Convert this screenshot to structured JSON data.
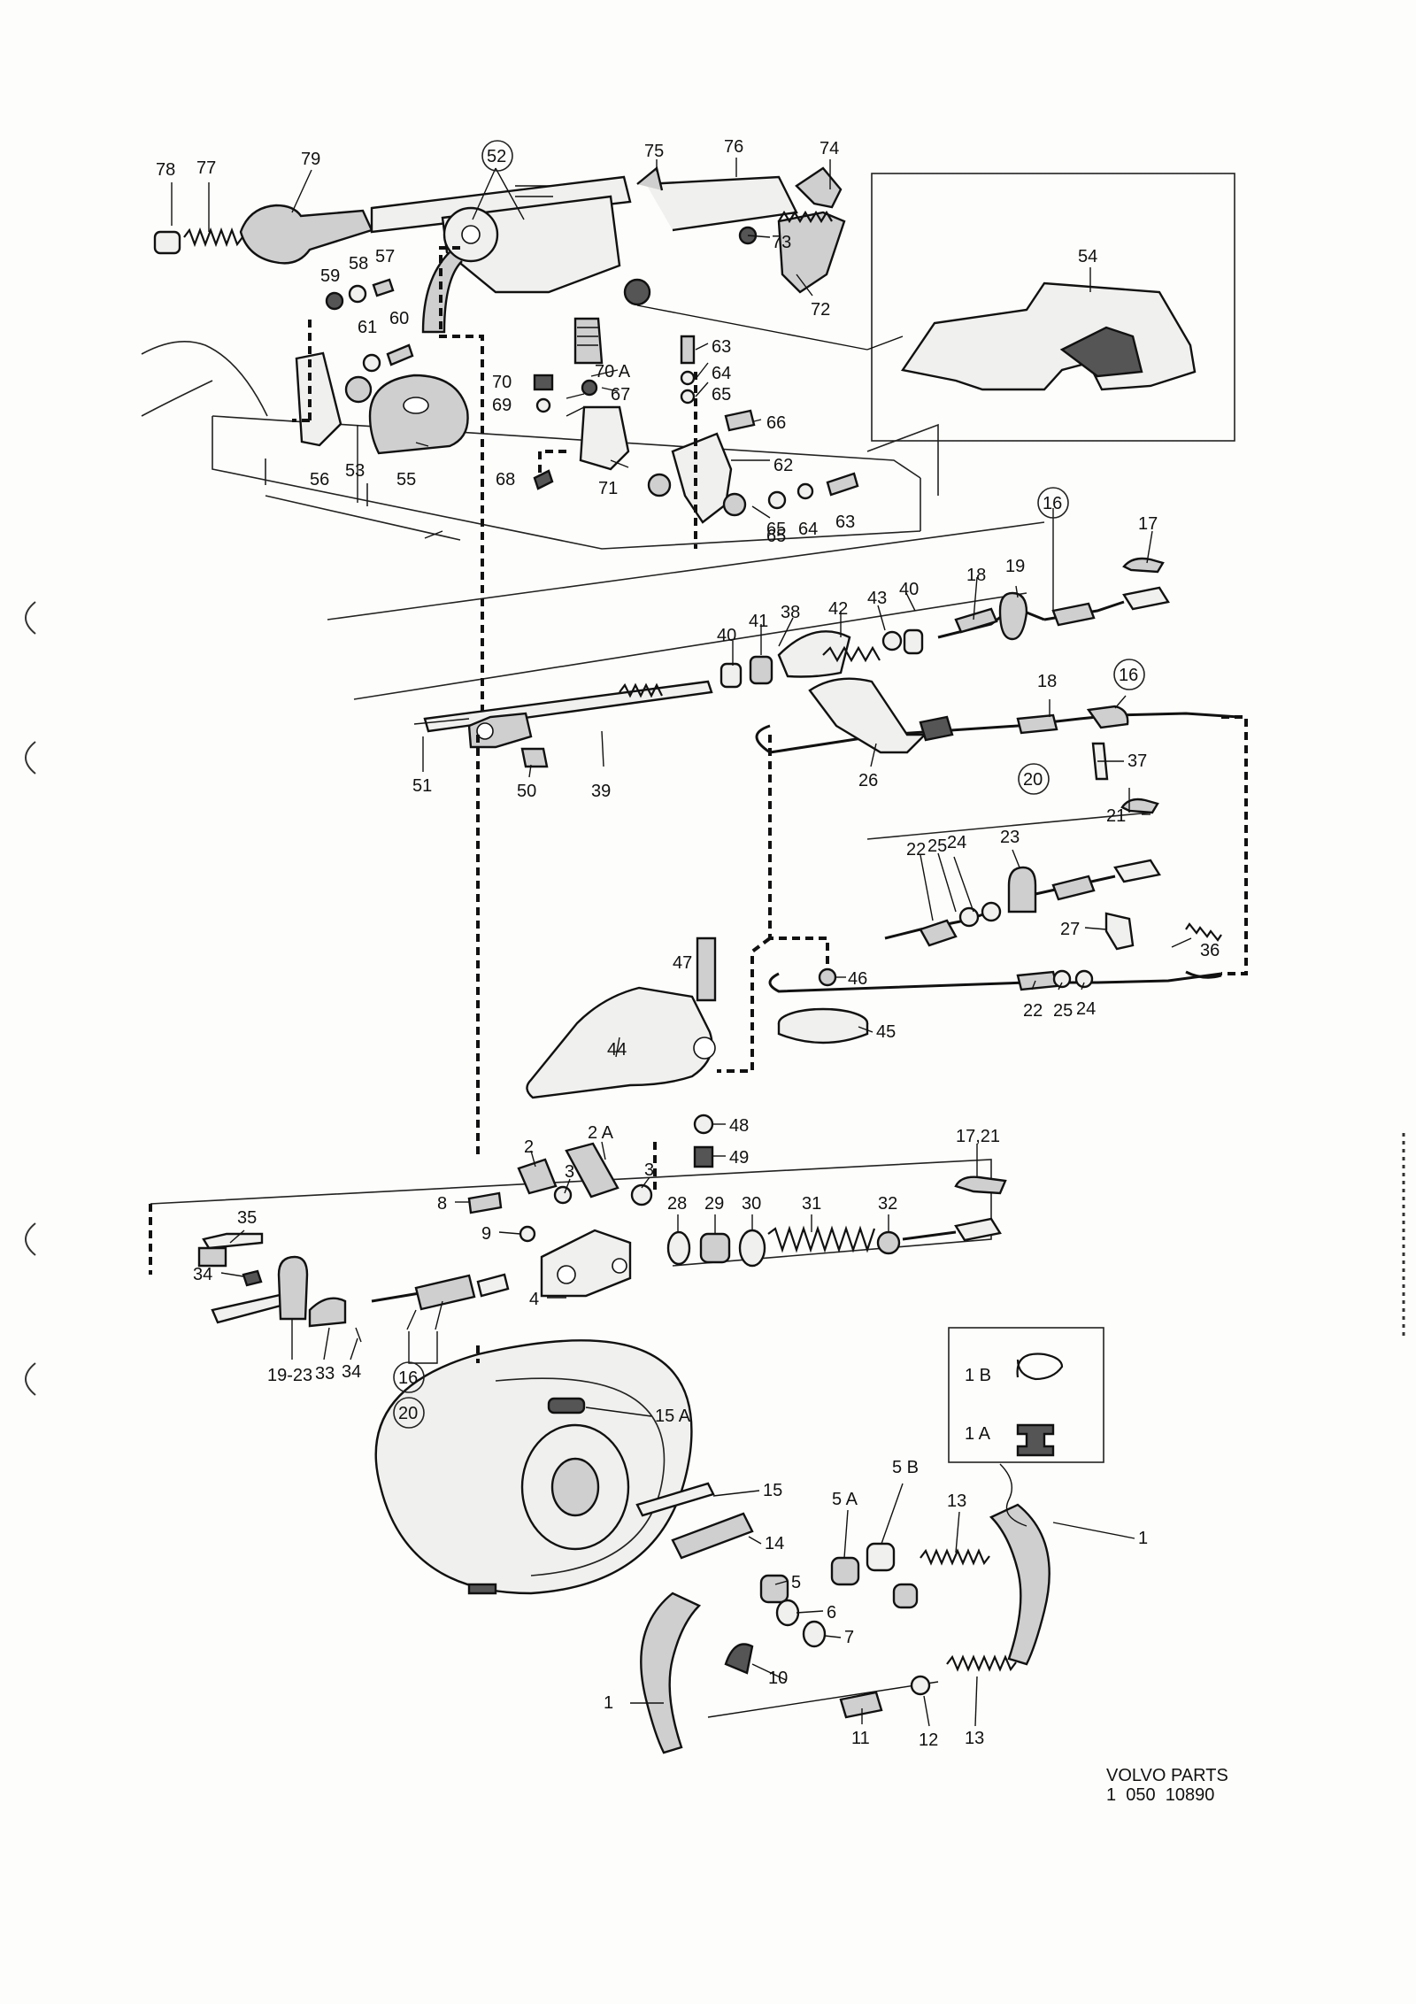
{
  "diagram": {
    "footer": {
      "brand": "VOLVO PARTS",
      "number": "1  050  10890"
    },
    "labels": [
      {
        "id": "l78",
        "text": "78"
      },
      {
        "id": "l77",
        "text": "77"
      },
      {
        "id": "l79",
        "text": "79"
      },
      {
        "id": "l52",
        "text": "52",
        "circled": true
      },
      {
        "id": "l75",
        "text": "75"
      },
      {
        "id": "l76",
        "text": "76"
      },
      {
        "id": "l74",
        "text": "74"
      },
      {
        "id": "l73",
        "text": "73"
      },
      {
        "id": "l72",
        "text": "72"
      },
      {
        "id": "l54",
        "text": "54"
      },
      {
        "id": "l59",
        "text": "59"
      },
      {
        "id": "l58",
        "text": "58"
      },
      {
        "id": "l57",
        "text": "57"
      },
      {
        "id": "l60",
        "text": "60"
      },
      {
        "id": "l61",
        "text": "61"
      },
      {
        "id": "l70",
        "text": "70"
      },
      {
        "id": "l69",
        "text": "69"
      },
      {
        "id": "l70A",
        "text": "70 A"
      },
      {
        "id": "l67",
        "text": "67"
      },
      {
        "id": "l63a",
        "text": "63"
      },
      {
        "id": "l64a",
        "text": "64"
      },
      {
        "id": "l65a",
        "text": "65"
      },
      {
        "id": "l66",
        "text": "66"
      },
      {
        "id": "l62",
        "text": "62"
      },
      {
        "id": "l56",
        "text": "56"
      },
      {
        "id": "l53",
        "text": "53"
      },
      {
        "id": "l55",
        "text": "55"
      },
      {
        "id": "l68",
        "text": "68"
      },
      {
        "id": "l71",
        "text": "71"
      },
      {
        "id": "l65b",
        "text": "65"
      },
      {
        "id": "l64b",
        "text": "64"
      },
      {
        "id": "l63b",
        "text": "63"
      },
      {
        "id": "l65c",
        "text": "65"
      },
      {
        "id": "l16a",
        "text": "16",
        "circled": true
      },
      {
        "id": "l17a",
        "text": "17"
      },
      {
        "id": "l18a",
        "text": "18"
      },
      {
        "id": "l19",
        "text": "19"
      },
      {
        "id": "l40a",
        "text": "40"
      },
      {
        "id": "l43",
        "text": "43"
      },
      {
        "id": "l42",
        "text": "42"
      },
      {
        "id": "l38",
        "text": "38"
      },
      {
        "id": "l41",
        "text": "41"
      },
      {
        "id": "l40b",
        "text": "40"
      },
      {
        "id": "l18b",
        "text": "18"
      },
      {
        "id": "l16b",
        "text": "16",
        "circled": true
      },
      {
        "id": "l51",
        "text": "51"
      },
      {
        "id": "l50",
        "text": "50"
      },
      {
        "id": "l39",
        "text": "39"
      },
      {
        "id": "l26",
        "text": "26"
      },
      {
        "id": "l37",
        "text": "37"
      },
      {
        "id": "l20a",
        "text": "20",
        "circled": true
      },
      {
        "id": "l21a",
        "text": "21"
      },
      {
        "id": "l22a",
        "text": "22"
      },
      {
        "id": "l25a",
        "text": "25"
      },
      {
        "id": "l24a",
        "text": "24"
      },
      {
        "id": "l23a",
        "text": "23"
      },
      {
        "id": "l27",
        "text": "27"
      },
      {
        "id": "l36",
        "text": "36"
      },
      {
        "id": "l47",
        "text": "47"
      },
      {
        "id": "l46",
        "text": "46"
      },
      {
        "id": "l22b",
        "text": "22"
      },
      {
        "id": "l25b",
        "text": "25"
      },
      {
        "id": "l24b",
        "text": "24"
      },
      {
        "id": "l44",
        "text": "44"
      },
      {
        "id": "l45",
        "text": "45"
      },
      {
        "id": "l48",
        "text": "48"
      },
      {
        "id": "l49",
        "text": "49"
      },
      {
        "id": "l2A",
        "text": "2 A"
      },
      {
        "id": "l2",
        "text": "2"
      },
      {
        "id": "l3a",
        "text": "3"
      },
      {
        "id": "l3b",
        "text": "3"
      },
      {
        "id": "l8",
        "text": "8"
      },
      {
        "id": "l9",
        "text": "9"
      },
      {
        "id": "l28",
        "text": "28"
      },
      {
        "id": "l29",
        "text": "29"
      },
      {
        "id": "l30",
        "text": "30"
      },
      {
        "id": "l31",
        "text": "31"
      },
      {
        "id": "l32",
        "text": "32"
      },
      {
        "id": "l1721",
        "text": "17,21"
      },
      {
        "id": "l35",
        "text": "35"
      },
      {
        "id": "l34a",
        "text": "34"
      },
      {
        "id": "l4",
        "text": "4"
      },
      {
        "id": "l1923",
        "text": "19-23"
      },
      {
        "id": "l33",
        "text": "33"
      },
      {
        "id": "l34b",
        "text": "34"
      },
      {
        "id": "l16c",
        "text": "16",
        "circled": true
      },
      {
        "id": "l20b",
        "text": "20",
        "circled": true
      },
      {
        "id": "l15A",
        "text": "15 A"
      },
      {
        "id": "l1B",
        "text": "1 B"
      },
      {
        "id": "l1A",
        "text": "1 A"
      },
      {
        "id": "l15",
        "text": "15"
      },
      {
        "id": "l5B",
        "text": "5 B"
      },
      {
        "id": "l5A",
        "text": "5 A"
      },
      {
        "id": "l13a",
        "text": "13"
      },
      {
        "id": "l14",
        "text": "14"
      },
      {
        "id": "l5",
        "text": "5"
      },
      {
        "id": "l6",
        "text": "6"
      },
      {
        "id": "l7",
        "text": "7"
      },
      {
        "id": "l1a",
        "text": "1"
      },
      {
        "id": "l10",
        "text": "10"
      },
      {
        "id": "l1b",
        "text": "1"
      },
      {
        "id": "l11",
        "text": "11"
      },
      {
        "id": "l12",
        "text": "12"
      },
      {
        "id": "l13b",
        "text": "13"
      }
    ]
  }
}
